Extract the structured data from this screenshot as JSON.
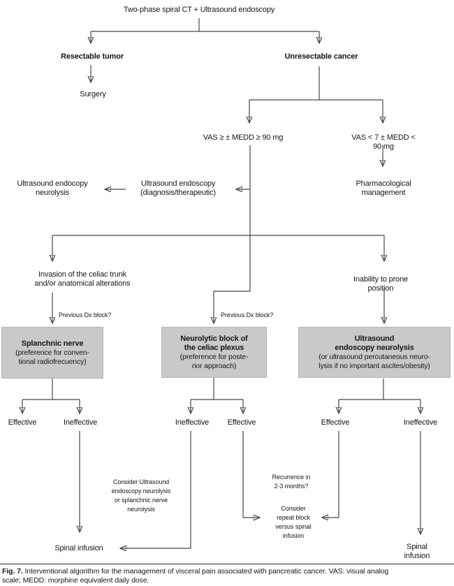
{
  "figure": {
    "caption_label": "Fig. 7.",
    "caption_text": "Interventional algorithm for the management of visceral pain associated with pancreatic cancer. VAS: visual analog\nscale; MEDD: morphine equivalent daily dose."
  },
  "colors": {
    "box_fill": "#c9c9c9",
    "line": "#474747",
    "text": "#161616"
  },
  "nodes": {
    "title": "Two-phase spiral CT + Ultrasound endoscopy",
    "resectable": "Resectable tumor",
    "unresectable": "Unresectable cancer",
    "surgery": "Surgery",
    "vas_high": "VAS ≥ ± MEDD ≥ 90 mg",
    "vas_low": "VAS < 7 ± MEDD < 90 mg",
    "pharmacological": "Pharmacological\nmanagement",
    "ue_neurolysis": "Ultrasound endocopy\nneurolysis",
    "ue_diagnostic": "Ultrasound endoscopy\n(diagnosis/therapeutic)",
    "invasion": "Invasion of the celiac trunk\nand/or anatomical alterations",
    "inability": "Inability to prone position",
    "prev_dx": "Previous Dx block?",
    "box_splanchnic": {
      "title": "Splanchnic nerve",
      "sub": "(preference for conven-\ntional radiofrecuency)"
    },
    "box_neurolytic": {
      "title": "Neurolytic block of\nthe celiac plexus",
      "sub": "(preference for poste-\nrior approach)"
    },
    "box_ultrasound": {
      "title": "Ultrasound\nendoscopy neurolysis",
      "sub": "(or ultrasound percutaneous neuro-\nlysis if no important ascites/obesity)"
    },
    "effective": "Effective",
    "ineffective": "Ineffective",
    "consider_ue": "Consider Ultrasound\nendoscopy neurolysis\nor splanchnic nerve\nneurolysis",
    "recurrence": "Recurrence in\n2-3 months?",
    "consider_repeat": "Consider\nrepeat block\nversus spinal\ninfusion",
    "spinal_infusion": "Spinal infusion"
  }
}
